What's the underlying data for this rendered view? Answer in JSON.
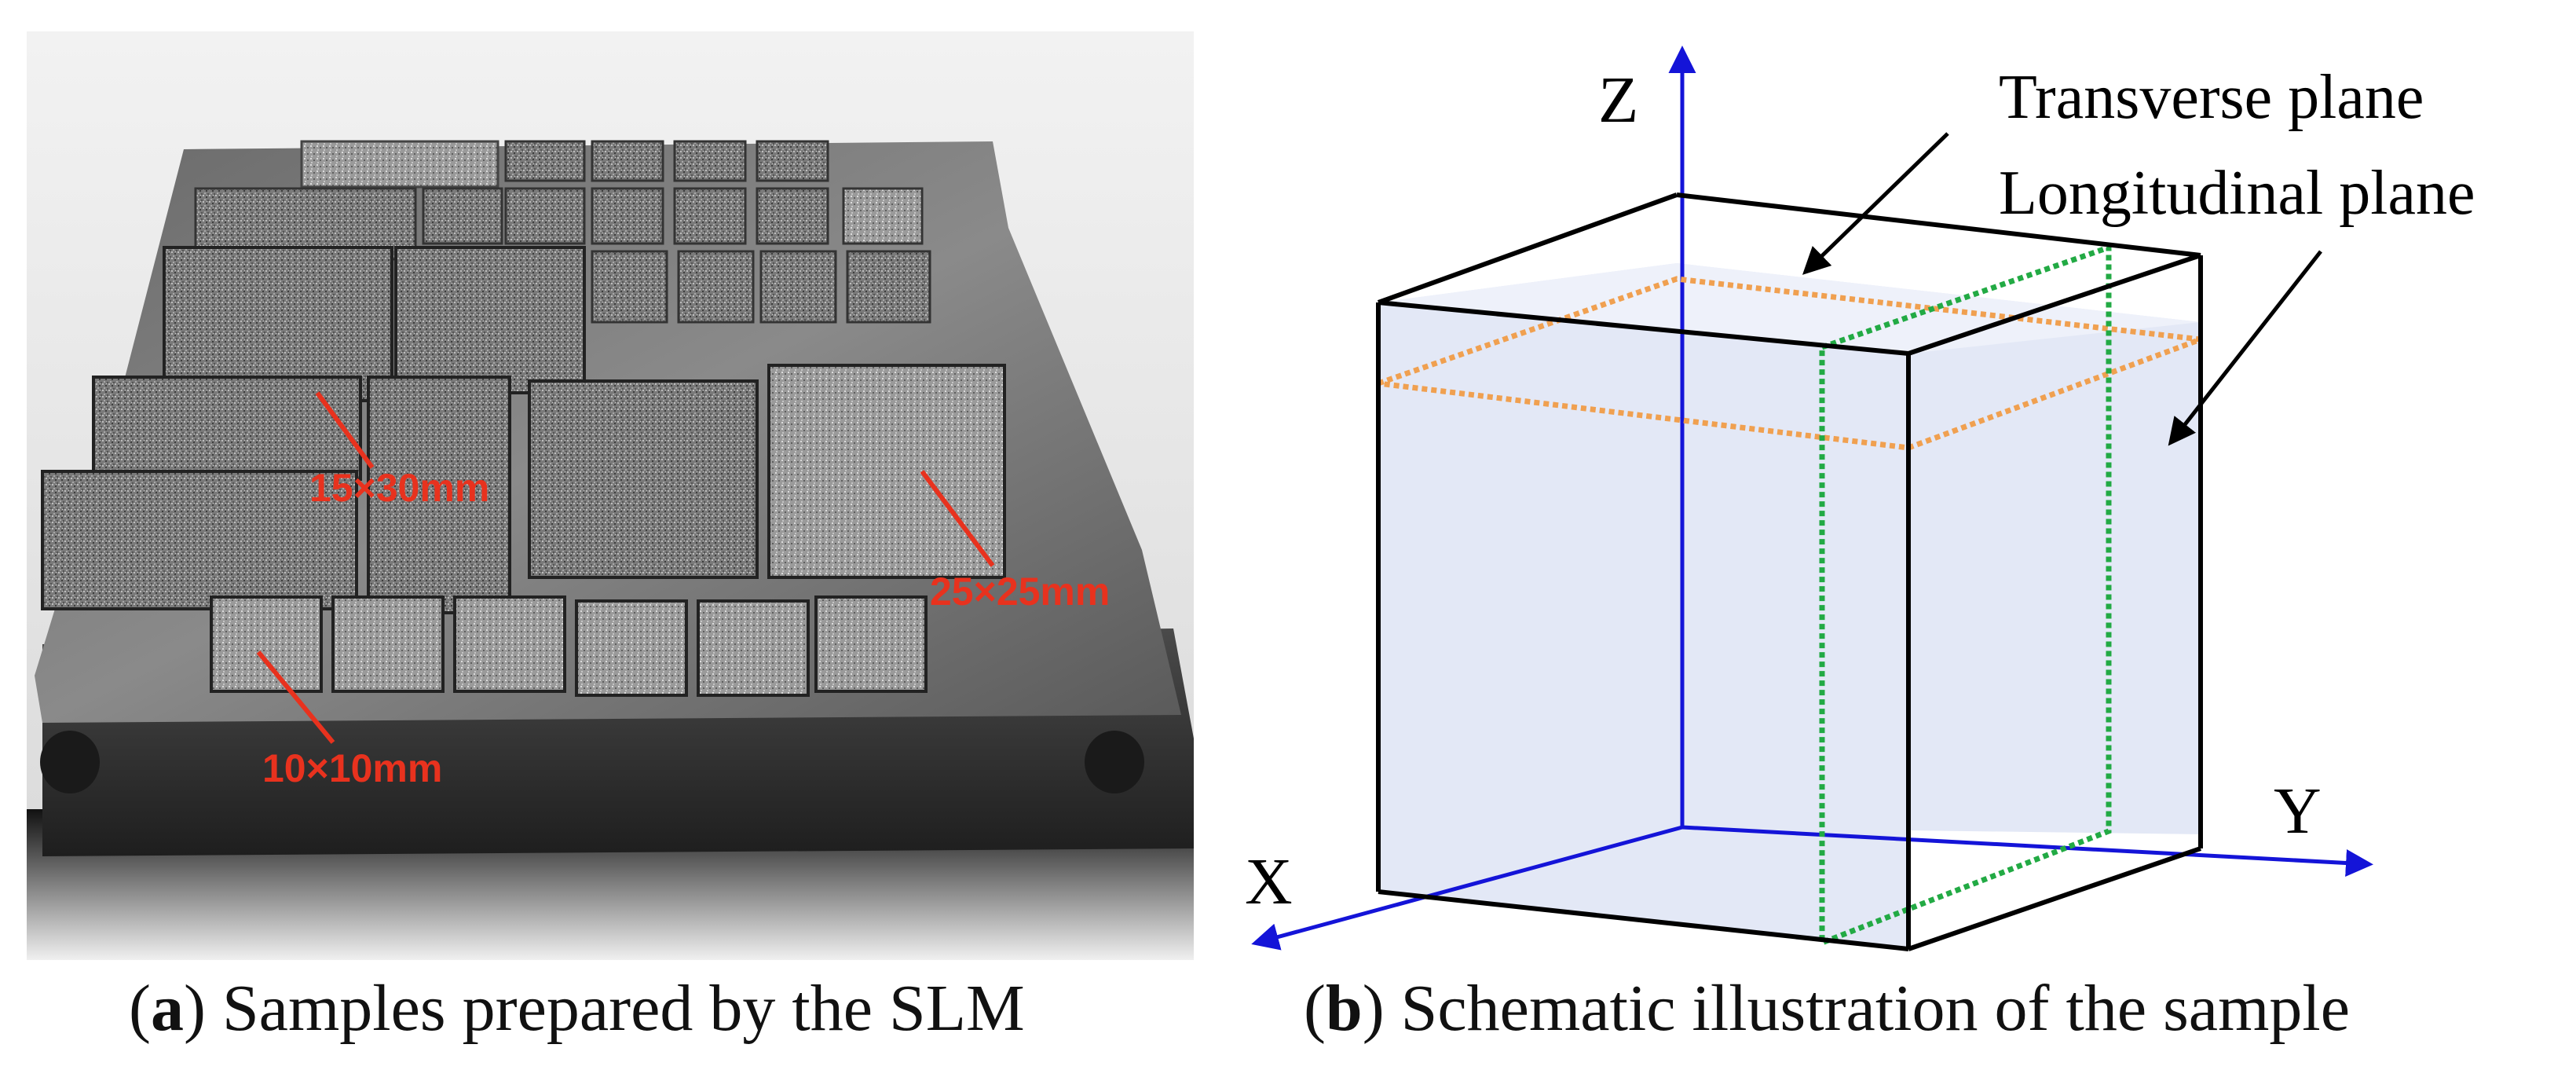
{
  "photo": {
    "annotations": {
      "a15x30": "15×30mm",
      "a25x25": "25×25mm",
      "a10x10": "10×10mm"
    },
    "annotation_color": "#e8321e"
  },
  "schematic": {
    "axis_z": "Z",
    "axis_x": "X",
    "axis_y": "Y",
    "label_transverse": "Transverse plane",
    "label_longitudinal": "Longitudinal plane",
    "axis_color": "#1414d8",
    "cube_fill": "#e3e8f6",
    "transverse_color": "#f0a050",
    "longitudinal_color": "#22aa44"
  },
  "captions": {
    "a": {
      "open": "(",
      "letter": "a",
      "text": ") Samples prepared by the SLM"
    },
    "b": {
      "open": "(",
      "letter": "b",
      "text": ") Schematic illustration of the sample"
    }
  }
}
